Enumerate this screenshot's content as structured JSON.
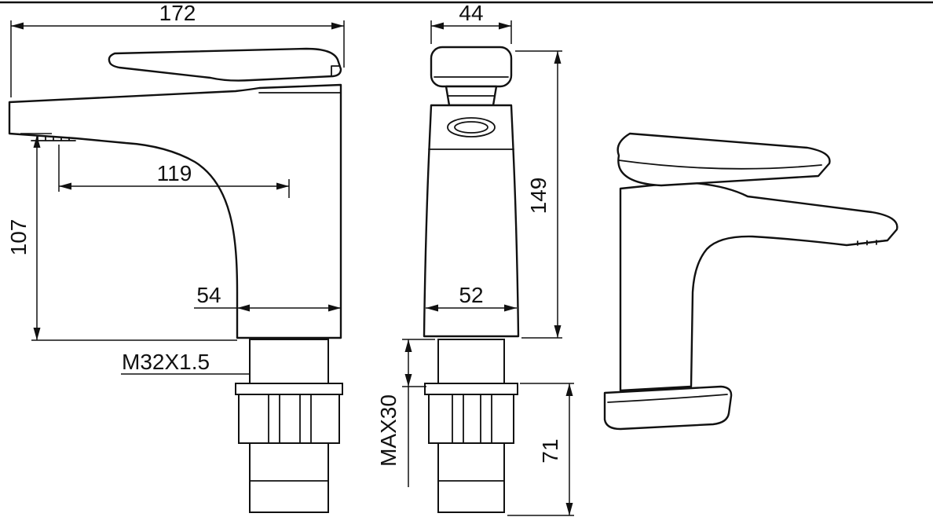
{
  "drawing": {
    "dims": {
      "overall_length": "172",
      "spout_reach": "119",
      "spout_height": "107",
      "base_depth": "54",
      "shank_thread": "M32X1.5",
      "head_width": "44",
      "overall_height": "149",
      "base_width": "52",
      "max_deck_thickness": "MAX30",
      "shank_length": "71"
    }
  }
}
